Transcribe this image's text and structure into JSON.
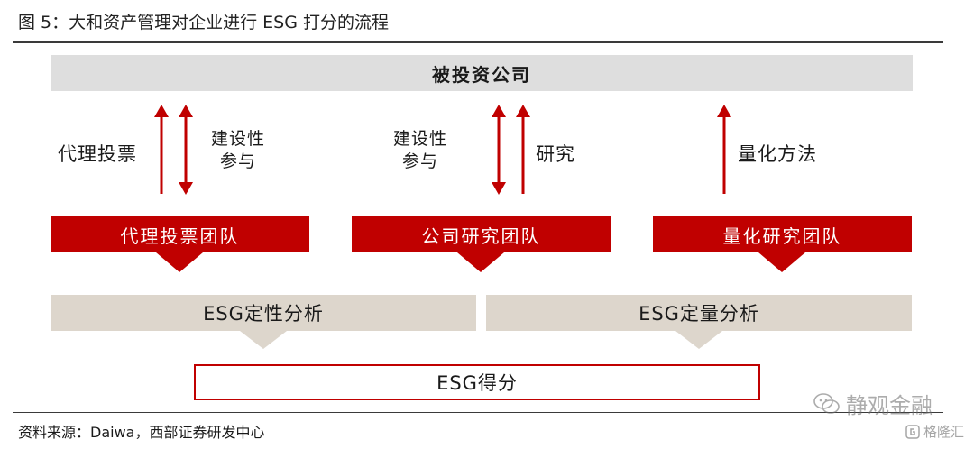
{
  "figure": {
    "title": "图 5：大和资产管理对企业进行 ESG 打分的流程"
  },
  "diagram": {
    "top_label": "被投资公司",
    "left": {
      "left_label": "代理投票",
      "right_label_line1": "建设性",
      "right_label_line2": "参与"
    },
    "middle": {
      "left_label_line1": "建设性",
      "left_label_line2": "参与",
      "right_label": "研究"
    },
    "right": {
      "label": "量化方法"
    },
    "teams": [
      "代理投票团队",
      "公司研究团队",
      "量化研究团队"
    ],
    "analyses": [
      "ESG定性分析",
      "ESG定量分析"
    ],
    "score": "ESG得分",
    "colors": {
      "red": "#c00000",
      "beige": "#ddd6cc",
      "gray": "#dedede"
    }
  },
  "source": "资料来源：Daiwa，西部证券研发中心",
  "watermark": {
    "main": "静观金融",
    "secondary": "格隆汇"
  }
}
